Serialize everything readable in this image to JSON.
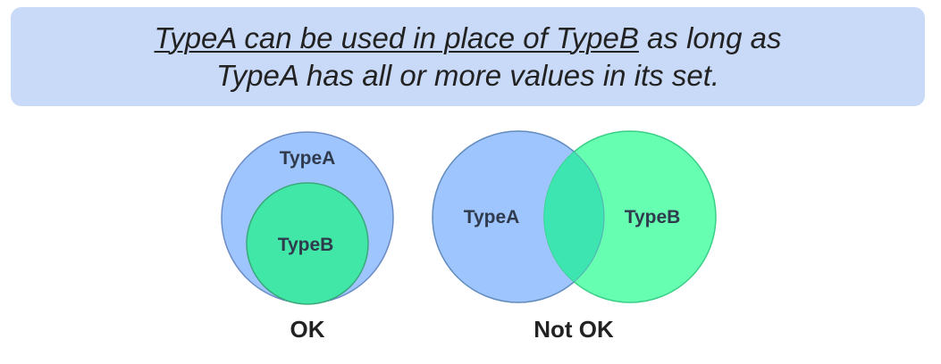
{
  "banner": {
    "line1_underlined": "TypeA can be used in place of TypeB",
    "line1_rest": " as long as",
    "line2": "TypeA has all or more values in its set."
  },
  "diagram_ok": {
    "outer_label": "TypeA",
    "inner_label": "TypeB",
    "caption": "OK"
  },
  "diagram_not_ok": {
    "left_label": "TypeA",
    "right_label": "TypeB",
    "caption": "Not OK"
  },
  "colors": {
    "banner_bg": "#c9daf8",
    "type_a_fill": "#9ec5fe",
    "type_a_stroke": "#6b8cc4",
    "type_b_fill": "#5ff5aa",
    "type_b_stroke": "#3bcf88",
    "overlap_fill": "#3de5b0"
  }
}
